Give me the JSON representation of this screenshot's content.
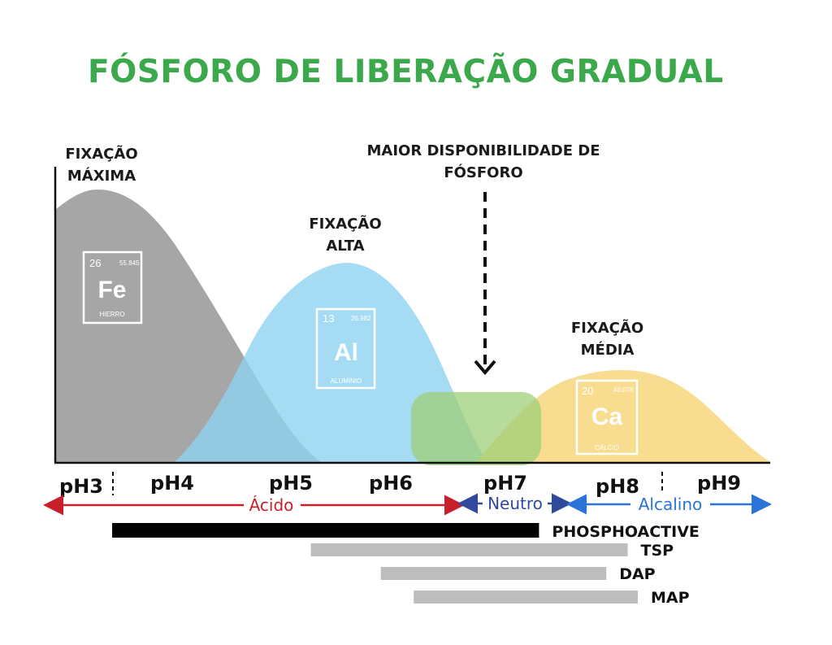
{
  "title": "FÓSFORO DE LIBERAÇÃO GRADUAL",
  "labels": {
    "fixacao_maxima": [
      "FIXAÇÃO",
      "MÁXIMA"
    ],
    "fixacao_alta": [
      "FIXAÇÃO",
      "ALTA"
    ],
    "fixacao_media": [
      "FIXAÇÃO",
      "MÉDIA"
    ],
    "maior_disponibilidade": [
      "MAIOR DISPONIBILIDADE DE",
      "FÓSFORO"
    ]
  },
  "elements": [
    {
      "number": "26",
      "mass": "55.845",
      "symbol": "Fe",
      "name": "HIERRO",
      "curve_color": "#9e9e9e"
    },
    {
      "number": "13",
      "mass": "26.982",
      "symbol": "Al",
      "name": "ALUMÍNIO",
      "curve_color": "#8ed3f0"
    },
    {
      "number": "20",
      "mass": "40.078",
      "symbol": "Ca",
      "name": "CÁLCIO",
      "curve_color": "#f7d77d"
    }
  ],
  "optimal_zone_color": "#9fcf7a",
  "ph_labels": [
    "pH3",
    "pH4",
    "pH5",
    "pH6",
    "pH7",
    "pH8",
    "pH9"
  ],
  "zones": [
    {
      "name": "Ácido",
      "color": "#c8202a"
    },
    {
      "name": "Neutro",
      "color": "#2f4a9c"
    },
    {
      "name": "Alcalino",
      "color": "#2b73d6"
    }
  ],
  "products": [
    {
      "name": "PHOSPHOACTIVE",
      "ph_from": 3.0,
      "ph_to": 7.3,
      "color": "#000000"
    },
    {
      "name": "TSP",
      "ph_from": 5.2,
      "ph_to": 8.1,
      "color": "#bdbdbd"
    },
    {
      "name": "DAP",
      "ph_from": 5.9,
      "ph_to": 7.9,
      "color": "#bdbdbd"
    },
    {
      "name": "MAP",
      "ph_from": 6.2,
      "ph_to": 8.2,
      "color": "#bdbdbd"
    }
  ]
}
